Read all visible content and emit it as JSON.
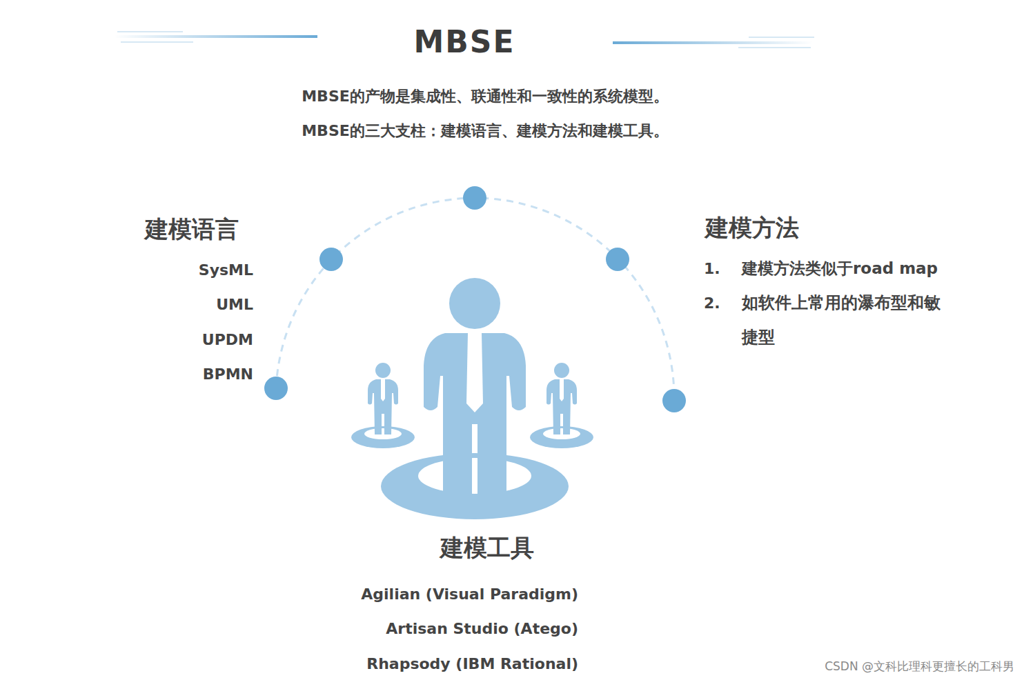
{
  "diagram": {
    "title": "MBSE",
    "labels": [
      "MBSE的产物是集成性、联通性和一致性的系统模型。",
      "MBSE的三大支柱：建模语言、建模方法和建模工具。",
      "建模语言",
      "SysML",
      "UML",
      "UPDM",
      "BPMN",
      "建模方法",
      "1.",
      "建模方法类似于road map",
      "2.",
      "如软件上常用的瀑布型和敏捷型",
      "建模工具",
      "Agilian (Visual Paradigm)",
      "Artisan Studio (Atego)",
      "Rhapsody (IBM Rational)",
      "CSDN @文科比理科更擅长的工科男"
    ]
  }
}
